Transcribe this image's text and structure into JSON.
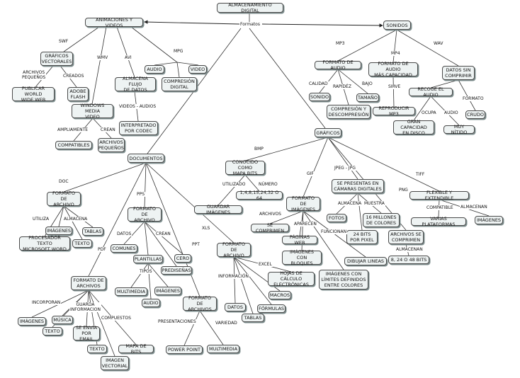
{
  "nodes": {
    "root": "ALMACENAMIENTO DIGITAL",
    "anim": "ANIMACIONES Y VIDEOS",
    "sonidos": "SONIDOS",
    "docs": "DOCUMENTOS",
    "graficos": "GRÁFICOS",
    "gv": "GRÁFICOS\nVECTORALES",
    "pub": "PUBLICAR WORLD\nWIDE WEB",
    "adobe": "ADOBE\nFLASH",
    "wmv": "WINDOWS MEDIA\nVIDEO",
    "compat": "COMPATIBLES",
    "arch_peq": "ARCHIVOS\nPEQUEÑOS",
    "alm_flujo": "ALMACENA FLUJO\nDE DATOS",
    "interp": "INTERPRETADO\nPOR CODEC",
    "audio1": "AUDIO",
    "video1": "VIDEO",
    "compdig": "COMPRESIÓN\nDIGITAL",
    "fmt_audio": "FORMATO DE AUDIO",
    "fmt_audio_mas": "FORMATO DE AUDIO\nMÁS CAPACIDAD",
    "datos_sin": "DATOS SIN\nCOMPRIMIR",
    "sonido": "SONIDO",
    "tamano": "TAMAÑO",
    "comp_desc": "COMPRESIÓN Y\nDESCOMPRESIÓN",
    "reprod": "REPRODUCIR MP3",
    "recoge": "RECOGE EL AUDIO",
    "crudo": "CRUDO",
    "gran_cap": "GRAN CAPACIDAD\nEN DISCO",
    "muy_nitido": "MUY NÍTIDO",
    "conocido": "CONOCIDO COMO\nMAPA BITS",
    "guardar_img": "GUARDAR IMÁGENES",
    "bits_nums": "1,4,8,15,24,32 O 64",
    "fmt_img": "FORMATO DE\nIMÁGENES",
    "se_comp": "SE COMPRIMEN",
    "pag_web": "PÁGINAS WEB",
    "img_bloques": "IMÁGENES CON\nBLOQUES",
    "img_limites": "IMÁGENES CON\nLÍMITES DEFINIDOS\nENTRE COLORES",
    "dib_lineas": "DIBUJAR LINEAS",
    "camaras": "SE PRESENTAS EN\nCÁMARAS DIGITALES",
    "fotos": "FOTOS",
    "millones": "16 MILLONES\nDE COLORES",
    "bits24": "24 BITS\nPOR PIXEL",
    "arch_comp": "ARCHIVOS SE\nCOMPRIMEN",
    "bits_8": "8, 24 O 48 BITS",
    "flexible": "FLEXIBLE Y EXTENDIBLE",
    "varias": "VARIAS PLATAFORMAS",
    "imagenes_t": "IMÁGENES",
    "fmt_arch1": "FORMATO DE\nARCHIVO",
    "proc_texto": "PROCESADOR TEXTO\nMICROSOFT WORD",
    "imagenes_d": "IMÁGENES",
    "texto_d": "TEXTO",
    "tablas_d": "TABLAS",
    "fmt_arch_pps": "FORMATO DE\nARCHIVO",
    "comunes": "COMUNES",
    "plantillas": "PLANTILLAS",
    "cero": "CERO",
    "prediseñas": "PREDISEÑAS",
    "multimedia_pps": "MULTIMEDIA",
    "imagenes_pps": "IMÁGENES",
    "audio_pps": "AUDIO",
    "fmt_arch_xls": "FORMATO DE\nARCHIVO",
    "hojas": "HOJAS DE CÁLCULO\nELECTRÓNICAS",
    "macros": "MACROS",
    "formulas": "FÓRMULAS",
    "datos_x": "DATOS",
    "tablas_x": "TABLAS",
    "fmt_archs_ppt": "FORMATO DE\nARCHIVOS",
    "power": "POWER POINT",
    "multimedia_ppt": "MULTIMEDIA",
    "fmt_archs_pdf": "FORMATO DE\nARCHIVOS",
    "imagenes_pdf": "IMÁGENES",
    "musica": "MÚSICA",
    "texto_pdf1": "TEXTO",
    "envia": "SE ENVIA\nPOR EMAIL",
    "texto_pdf2": "TEXTO",
    "mapa_bits": "MAPA DE BITS",
    "img_vect": "IMAGEN\nVECTORIAL"
  },
  "labels": {
    "formatos": "Formatos",
    "swf": "SWF",
    "wmv": "WMV",
    "avi": "AVI",
    "mpg": "MPG",
    "arch_peq_lbl": "ARCHIVOS\nPEQUEÑOS",
    "creados": "CREADOS",
    "videos_audios": "VIDEOS - AUDIOS",
    "ampliamente": "AMPLIAMENTE",
    "crean": "CREAN",
    "mp3": "MP3",
    "mp4": "MP4",
    "wav": "WAV",
    "calidad": "CALIDAD",
    "rapidez": "RAPIDÉZ",
    "bajo": "BAJO",
    "sirve": "SIRVE",
    "ocupa": "OCUPA",
    "audio_lbl": "AUDIO",
    "formato_lbl": "FORMATO",
    "bmp": "BMP",
    "utilizado": "UTILIZADO",
    "numero": "NÚMERO",
    "gif": "GIF",
    "jpeg": "JPEG - JPG",
    "png": "PNG",
    "tiff": "TIFF",
    "archivos": "ARCHIVOS",
    "aparecen": "APARECEN",
    "funcionan": "FUNCIONAN",
    "almacena_j": "ALMACENA",
    "muestra": "MUESTRA",
    "almacenan_p": "ALMACENAN",
    "compatible": "COMPATIBLE",
    "almacenan_t": "ALMACENAN",
    "doc": "DOC",
    "utiliza": "UTILIZA",
    "almacena_d": "ALMACENA",
    "pps": "PPS",
    "datos_lbl": "DATOS",
    "crean_pps": "CREAN",
    "tipos": "TIPOS",
    "xls": "XLS",
    "excel": "EXCEL",
    "informacion": "INFORMACIÓN",
    "ppt": "PPT",
    "presentaciones": "PRESENTACIONES",
    "variedad": "VARIEDAD",
    "pdf": "PDF",
    "incorporan": "INCORPORAN",
    "guarda": "GUARDA\nINFORMACION",
    "compuestos": "COMPUESTOS"
  }
}
